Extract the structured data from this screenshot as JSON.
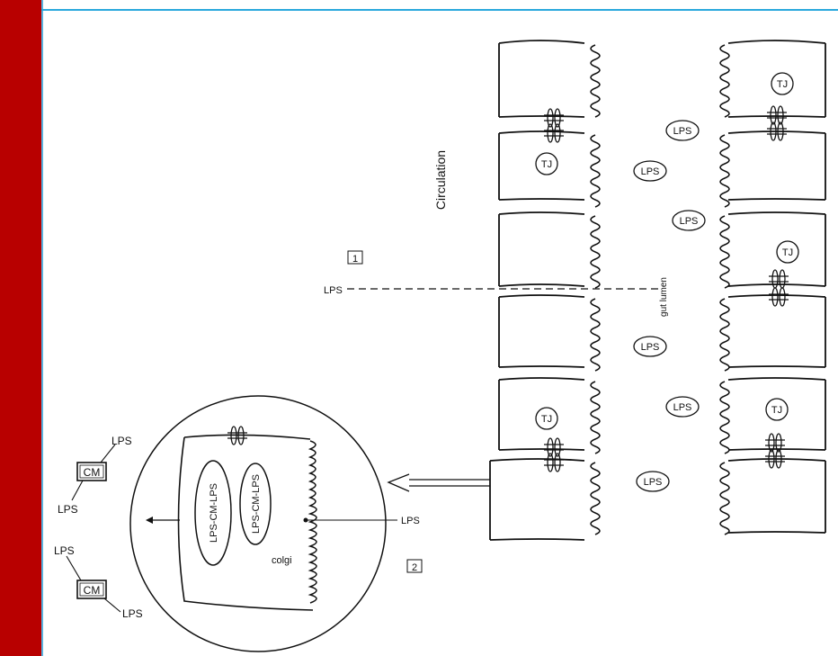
{
  "frame": {
    "sidebar_color": "#b80000",
    "accent_color": "#2aa8dd"
  },
  "labels": {
    "circulation": "Circulation",
    "gut_lumen": "gut lumen",
    "lps": "LPS",
    "tj": "TJ",
    "step1": "1",
    "step2": "2",
    "golgi": "colgi",
    "vesicle1": "LPS-CM-LPS",
    "vesicle2": "LPS-CM-LPS",
    "cm": "CM"
  }
}
